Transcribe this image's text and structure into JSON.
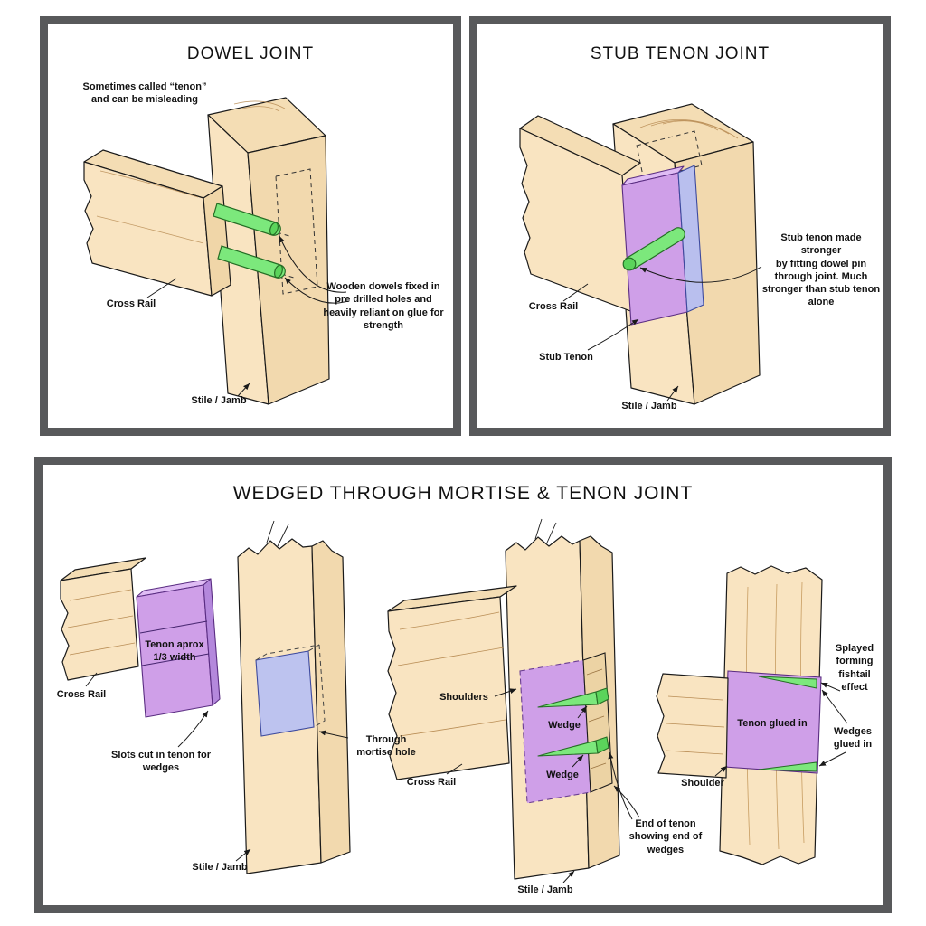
{
  "colors": {
    "frame": "#58595b",
    "wood": "#f9e4c1",
    "wood_dark": "#f0d6a8",
    "tenon_purple": "#cf9fe8",
    "mortise_blue": "#bdc3ef",
    "dowel_green": "#7ce87c"
  },
  "panels": {
    "dowel": {
      "title": "DOWEL JOINT",
      "note_misleading": "Sometimes called “tenon”\nand can be misleading",
      "cross_rail": "Cross Rail",
      "dowel_note": "Wooden dowels fixed in\npre drilled holes and\nheavily reliant on glue for\nstrength",
      "stile": "Stile / Jamb"
    },
    "stub": {
      "title": "STUB TENON JOINT",
      "cross_rail": "Cross Rail",
      "stub_tenon": "Stub Tenon",
      "note": "Stub tenon made stronger\nby fitting dowel pin\nthrough joint. Much\nstronger than stub tenon\nalone",
      "stile": "Stile / Jamb"
    },
    "wedged": {
      "title": "WEDGED THROUGH MORTISE & TENON JOINT",
      "exploded": {
        "tenon_label": "Tenon aprox\n1/3 width",
        "cross_rail": "Cross Rail",
        "slots_note": "Slots cut in tenon for\nwedges",
        "mortise_note": "Through\nmortise hole",
        "stile": "Stile / Jamb"
      },
      "assembled": {
        "shoulders": "Shoulders",
        "wedge_top": "Wedge",
        "wedge_bottom": "Wedge",
        "cross_rail": "Cross Rail",
        "end_note": "End of tenon\nshowing end of\nwedges",
        "stile": "Stile / Jamb"
      },
      "front_view": {
        "splayed_note": "Splayed\nforming\nfishtail\neffect",
        "tenon_glued": "Tenon glued in",
        "wedges_glued": "Wedges\nglued in",
        "shoulder": "Shoulder"
      }
    }
  }
}
